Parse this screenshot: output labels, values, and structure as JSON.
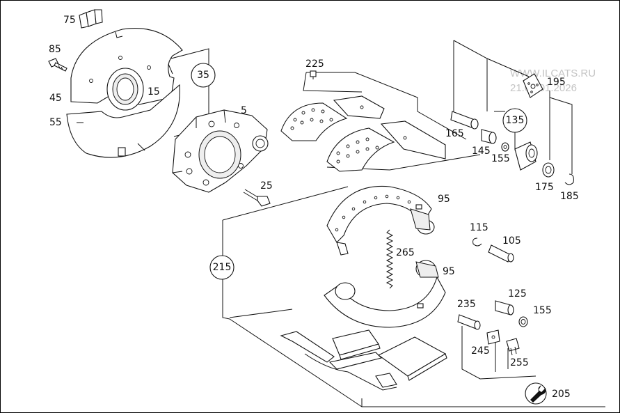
{
  "watermark": {
    "site": "WWW.ILCATS.RU",
    "date": "21.07.01.2026"
  },
  "part_labels": {
    "p75": "75",
    "p85": "85",
    "p45": "45",
    "p55": "55",
    "p15": "15",
    "p5": "5",
    "p25": "25",
    "p225": "225",
    "p165": "165",
    "p145": "145",
    "p155a": "155",
    "p195": "195",
    "p175": "175",
    "p185": "185",
    "p95a": "95",
    "p95b": "95",
    "p265": "265",
    "p115": "115",
    "p105": "105",
    "p235": "235",
    "p125": "125",
    "p155b": "155",
    "p245": "245",
    "p255": "255"
  },
  "callouts": {
    "c35": "35",
    "c135": "135",
    "c215": "215",
    "c205": "205"
  },
  "icons": [
    "wrench-icon",
    "shield-icon"
  ]
}
